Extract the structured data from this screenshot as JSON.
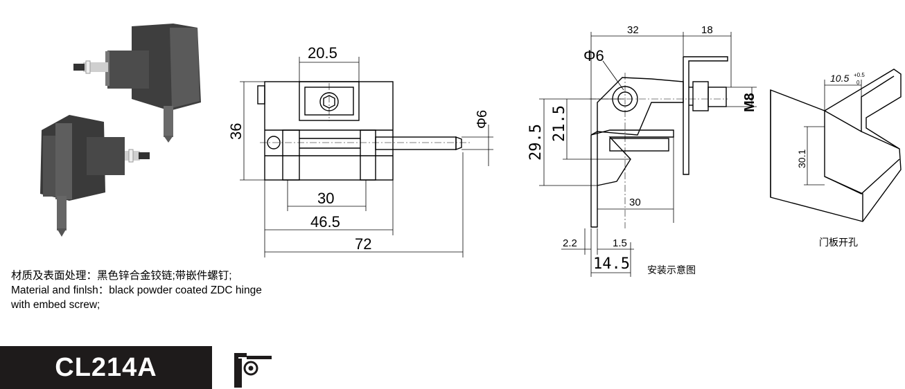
{
  "drawing_dims": {
    "top_width": "20.5",
    "height": "36",
    "pin_dia": "Φ6",
    "inner_width": "30",
    "mid_width": "46.5",
    "total_length": "72"
  },
  "install_dims": {
    "top_left": "32",
    "top_right": "18",
    "hole_dia": "Φ6",
    "thread": "M8",
    "height_outer": "29.5",
    "height_inner": "21.5",
    "depth": "30",
    "left_gap": "2.2",
    "right_gap": "1.5",
    "bottom_width": "14.5"
  },
  "cutout_dims": {
    "width": "10.5",
    "tol_upper": "+0.5",
    "tol_lower": "0",
    "height": "30.1"
  },
  "captions": {
    "install_diagram": "安装示意图",
    "door_cutout": "门板开孔"
  },
  "description": {
    "line_cn": "材质及表面处理：黑色锌合金铰链;带嵌件螺钉;",
    "line_en1": "Material and finlsh：black powder coated ZDC hinge",
    "line_en2": "with embed screw;"
  },
  "model": {
    "code": "CL214A"
  },
  "colors": {
    "model_bar": "#1e1b1b",
    "hinge_body": "#4a4a4a",
    "line": "#000000"
  },
  "icons": {
    "hinge_symbol": "hinge-symbol-icon"
  }
}
